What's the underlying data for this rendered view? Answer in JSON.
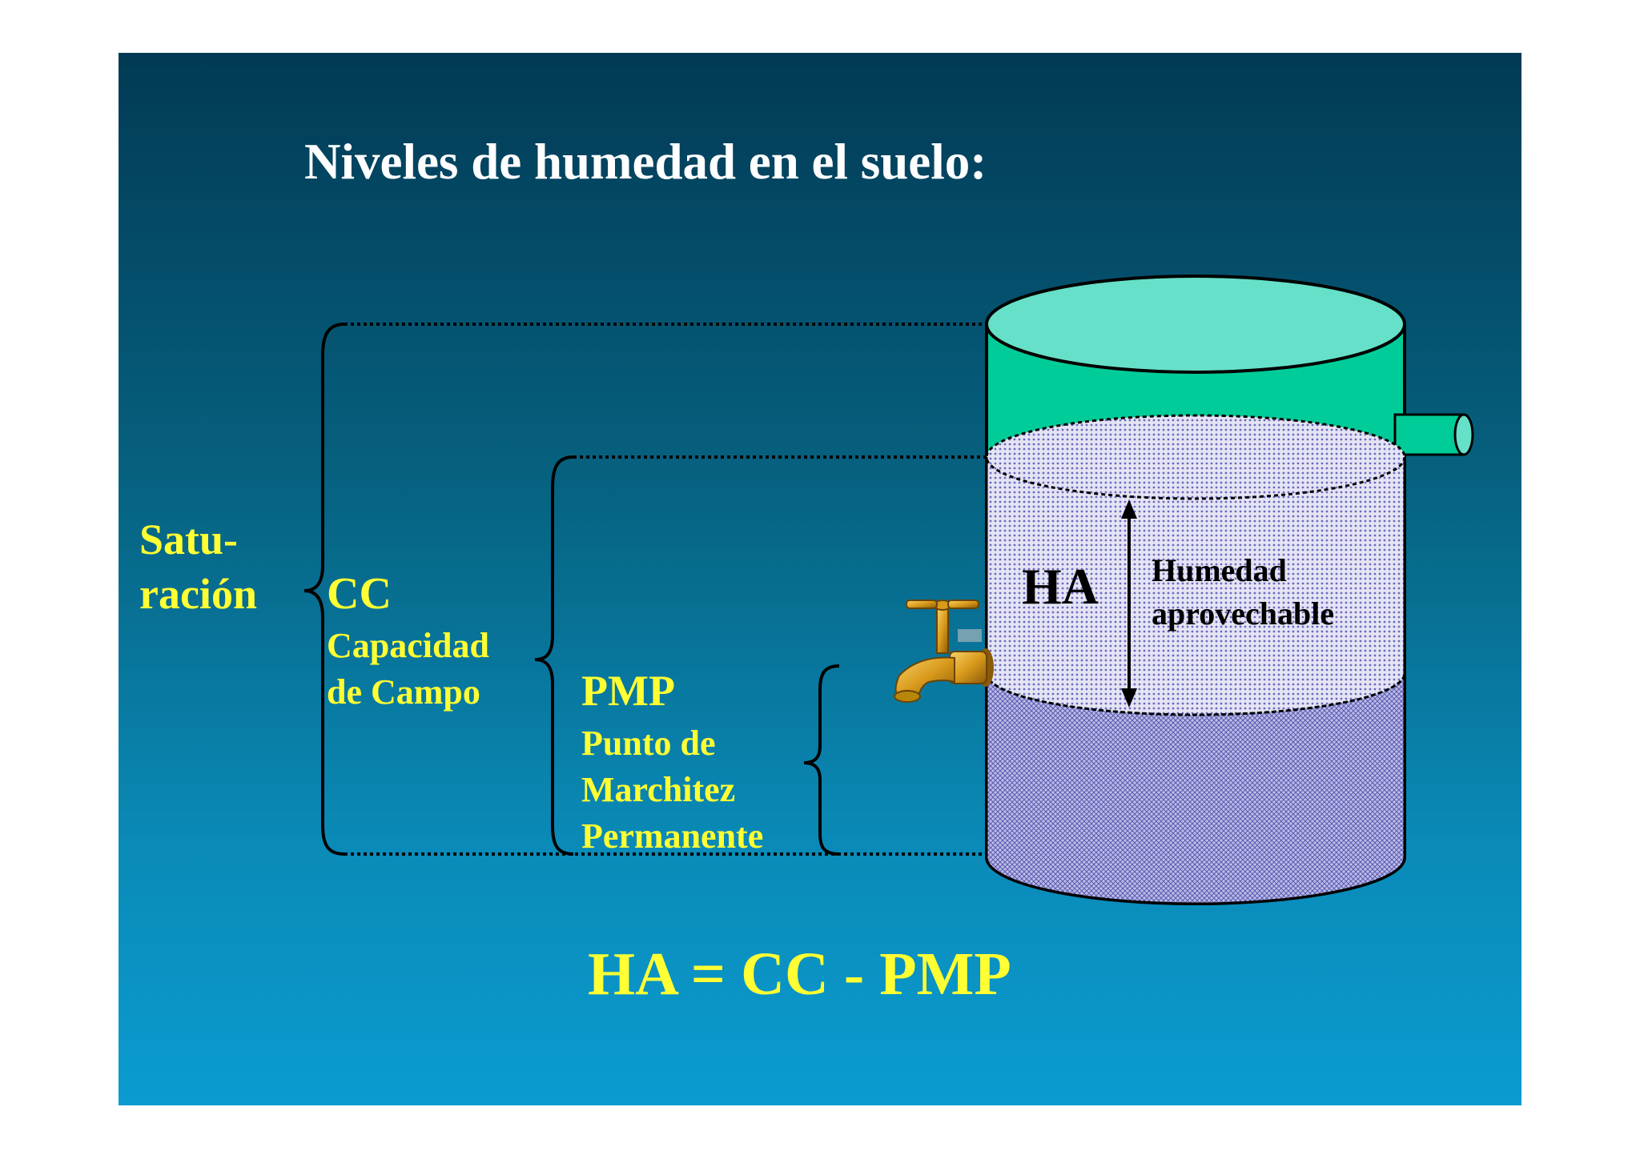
{
  "slide": {
    "title": "Niveles de humedad en el suelo:",
    "saturation": {
      "line1": "Satu-",
      "line2": "ración"
    },
    "cc": {
      "abbr": "CC",
      "line1": "Capacidad",
      "line2": "de Campo"
    },
    "pmp": {
      "abbr": "PMP",
      "line1": "Punto de",
      "line2": "Marchitez",
      "line3": "Permanente"
    },
    "ha": {
      "abbr": "HA",
      "line1": "Humedad",
      "line2": "aprovechable"
    },
    "formula": "HA = CC - PMP"
  },
  "colors": {
    "text_yellow": "#ffff33",
    "tank_green": "#00cc99",
    "tank_top": "#66e0c8",
    "water_light": "#d9d9f0",
    "water_dark": "#b3b3e6"
  }
}
